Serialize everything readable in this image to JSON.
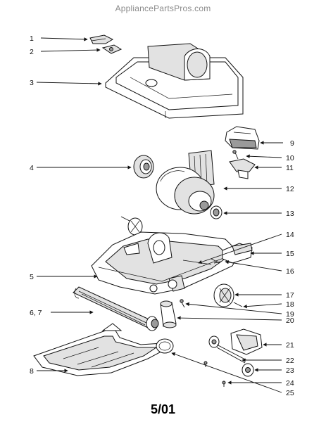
{
  "header": {
    "watermark": "AppliancePartsPros.com"
  },
  "footer": {
    "date_code": "5/01"
  },
  "labels": [
    "1",
    "2",
    "3",
    "4",
    "5",
    "6, 7",
    "8",
    "9",
    "10",
    "11",
    "12",
    "13",
    "14",
    "15",
    "16",
    "17",
    "18",
    "19",
    "20",
    "21",
    "22",
    "23",
    "24",
    "25"
  ],
  "colors": {
    "line": "#111111",
    "watermark": "#8a8a8a"
  }
}
